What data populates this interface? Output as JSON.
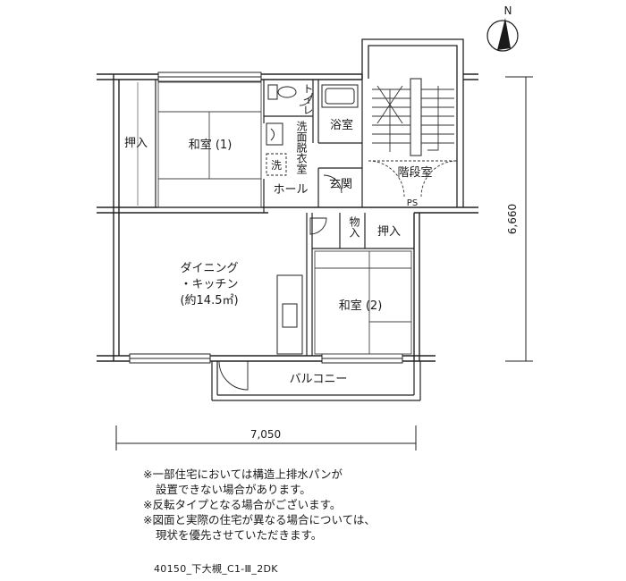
{
  "compass": {
    "label": "N"
  },
  "rooms": {
    "oshiire_1": "押入",
    "washitsu_1": "和室 (1)",
    "toilet": "トイレ",
    "bath": "浴室",
    "senmen": "洗面脱衣室",
    "sen": "洗",
    "hall": "ホール",
    "genkan": "玄関",
    "kaidan": "階段室",
    "ps": "PS",
    "monoire": "物入",
    "oshiire_2": "押入",
    "dk_line1": "ダイニング",
    "dk_line2": "・キッチン",
    "dk_line3": "(約14.5㎡)",
    "washitsu_2": "和室 (2)",
    "balcony": "バルコニー"
  },
  "dimensions": {
    "width": "7,050",
    "height": "6,660"
  },
  "notes": [
    "※一部住宅においては構造上排水パンが",
    "設置できない場合があります。",
    "※反転タイプとなる場合がございます。",
    "※図面と実際の住宅が異なる場合については、",
    "現状を優先させていただきます。"
  ],
  "plan_code": "40150_下大槻_C1-Ⅲ_2DK"
}
